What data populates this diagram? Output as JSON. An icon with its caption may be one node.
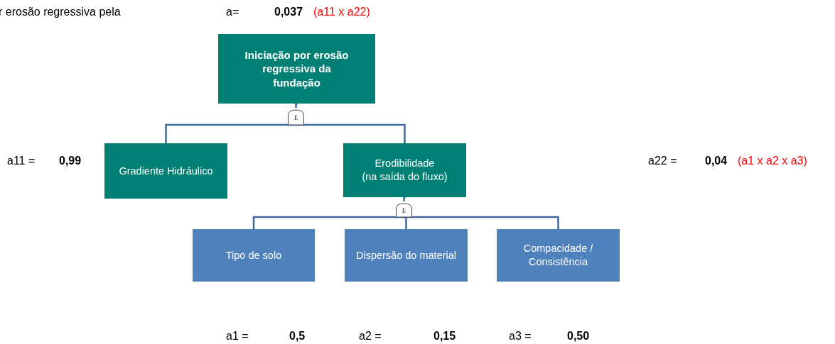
{
  "diagram": {
    "nodes": [
      {
        "text": [
          "Iniciação por erosão regressiva da fundação"
        ]
      },
      {
        "text": [
          "E"
        ]
      },
      {
        "text": [
          "Gradiente Hidráulico"
        ]
      },
      {
        "text": [
          "Erodibilidade",
          "(na saída do fluxo)"
        ]
      },
      {
        "text": [
          "E"
        ]
      },
      {
        "text": [
          "Tipo de solo"
        ]
      },
      {
        "text": [
          "Dispersão do material"
        ]
      },
      {
        "text": [
          "Compacidade / Consistência"
        ]
      }
    ],
    "edges": [
      {
        "from": 0,
        "to": 1,
        "arrow": "none"
      },
      {
        "from": 1,
        "to": 2,
        "arrow": "none"
      },
      {
        "from": 1,
        "to": 3,
        "arrow": "none"
      },
      {
        "from": 3,
        "to": 4,
        "arrow": "none"
      },
      {
        "from": 4,
        "to": 5,
        "arrow": "none"
      },
      {
        "from": 4,
        "to": 6,
        "arrow": "none"
      },
      {
        "from": 4,
        "to": 7,
        "arrow": "none"
      }
    ],
    "labels": [
      "r erosão regressiva pela",
      "a=",
      "0,037",
      "(a11 x a22)",
      "a11 =",
      "0,99",
      "a22 =",
      "0,04",
      "(a1 x a2 x a3)",
      "a1 =",
      "0,5",
      "a2 =",
      "0,15",
      "a3 =",
      "0,50"
    ]
  }
}
